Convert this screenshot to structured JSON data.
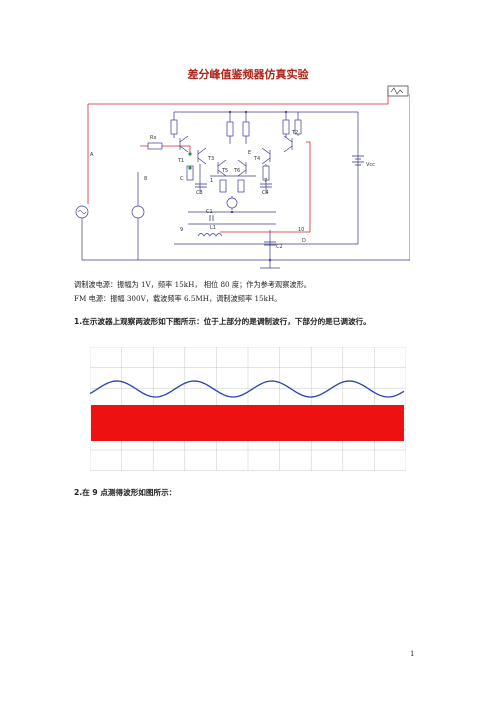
{
  "document": {
    "title": "差分峰值鉴频器仿真实验",
    "paragraphs": [
      "调制波电源：振幅为 1V，频率 15kH，  相位 80 度；作为参考观察波形。",
      "FM 电源：振幅 300V，载波频率 6.5MH，调制波频率 15kH。"
    ],
    "heading1": "1.在示波器上观察两波形如下图所示：位于上部分的是调制波行，下部分的是已调波行。",
    "heading2": "2.在 9 点测得波形如图所示：",
    "page_number": "1"
  },
  "circuit": {
    "labels": {
      "rx": "Rx",
      "t1": "T1",
      "t3": "T3",
      "t2": "T2",
      "t4": "T4",
      "t5": "T5",
      "t6": "T6",
      "c3": "C3",
      "c4": "C4",
      "c1": "C1",
      "c2": "C2",
      "l1": "L1",
      "vcc": "Vcc",
      "a": "A",
      "c": "C",
      "d": "D",
      "e": "E",
      "n8": "8",
      "n1": "1",
      "n7": "7",
      "n9": "9",
      "n10": "10"
    },
    "colors": {
      "wire": "#3b3b8f",
      "highlight": "#d42a2a",
      "node": "#1a9a3a"
    }
  },
  "scope": {
    "colors": {
      "grid": "#c9c9c9",
      "modulating": "#2a3fb0",
      "fm": "#ee1111"
    }
  }
}
